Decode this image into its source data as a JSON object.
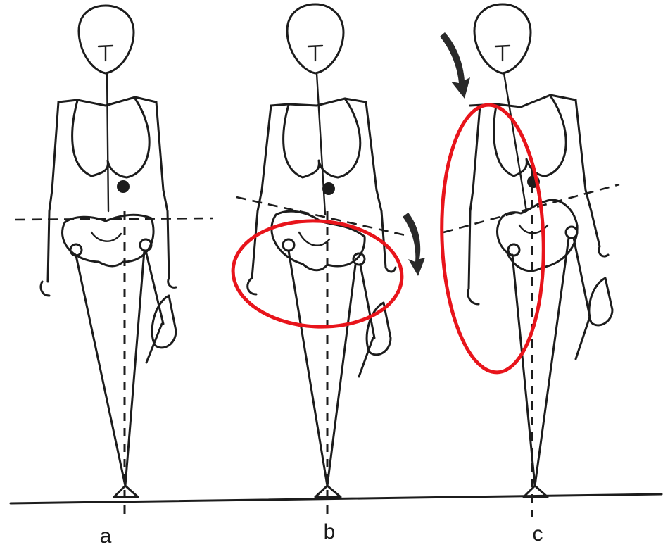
{
  "figures": [
    {
      "id": "a",
      "label": "a",
      "highlighted": false,
      "has_arrow": false
    },
    {
      "id": "b",
      "label": "b",
      "highlighted": true,
      "has_arrow": true
    },
    {
      "id": "c",
      "label": "c",
      "highlighted": true,
      "has_arrow": true
    }
  ],
  "colors": {
    "ink": "#1c1c1c",
    "highlight": "#e8141b",
    "background": "#ffffff"
  }
}
